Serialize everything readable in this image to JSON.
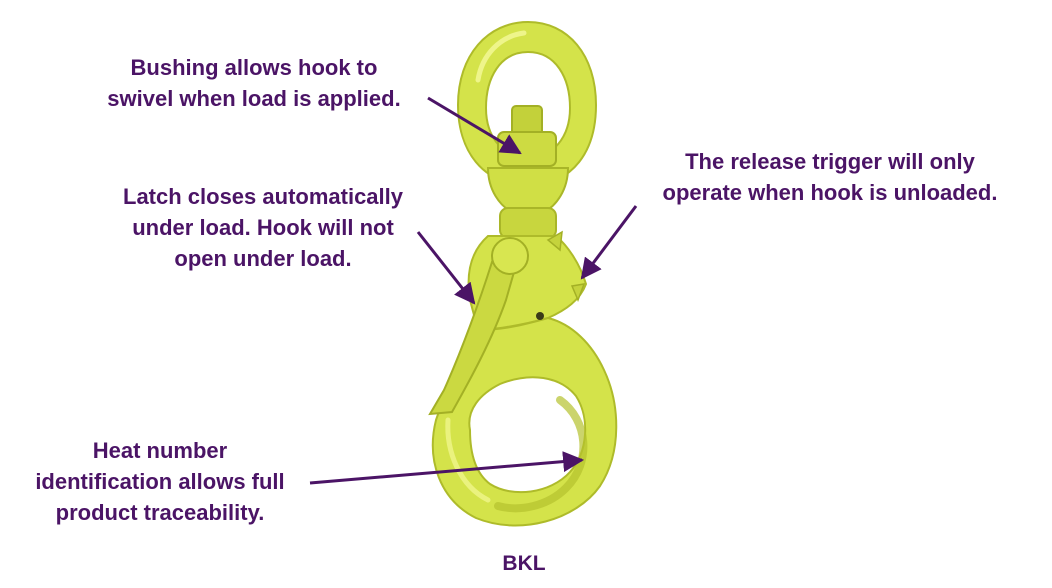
{
  "colors": {
    "label_text": "#4b1466",
    "arrow": "#4b1466",
    "hook_body": "#d4e34a",
    "hook_shadow": "#b9c62c",
    "hook_highlight": "#e9f17c"
  },
  "callouts": {
    "bushing": {
      "line1": "Bushing allows hook to",
      "line2": "swivel when load is applied."
    },
    "trigger": {
      "line1": "The release trigger will only",
      "line2": "operate when hook is unloaded."
    },
    "latch": {
      "line1": "Latch closes automatically",
      "line2": "under load. Hook will not",
      "line3": "open under load."
    },
    "heat": {
      "line1": "Heat number",
      "line2": "identification allows full",
      "line3": "product traceability."
    }
  },
  "product": {
    "code": "BKL"
  }
}
